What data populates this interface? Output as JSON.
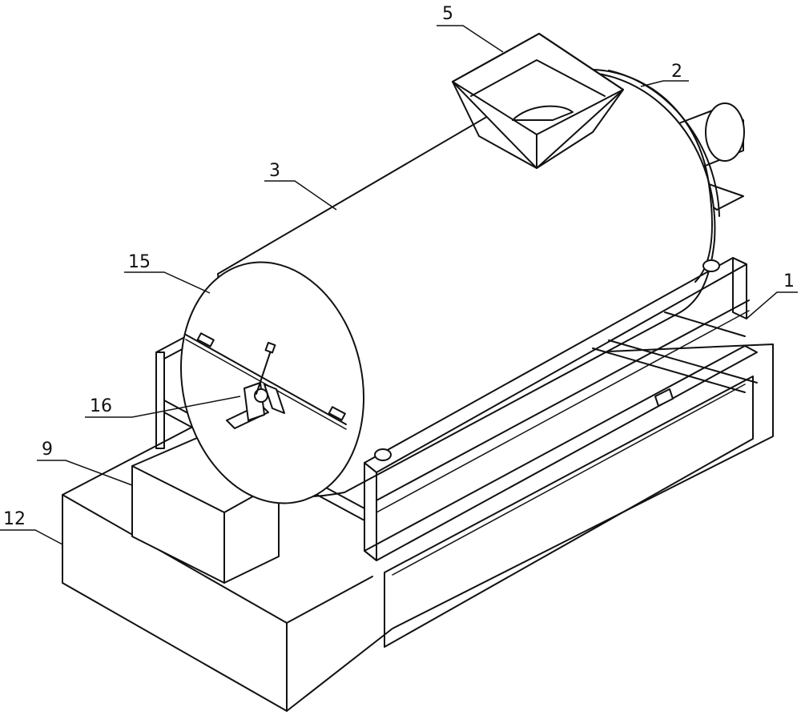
{
  "labels": {
    "frame": "1",
    "end_cover": "2",
    "drum": "3",
    "hopper": "5",
    "box": "9",
    "base": "12",
    "front_cover": "15",
    "latch": "16"
  },
  "colors": {
    "line": "#111111",
    "background": "#ffffff"
  }
}
